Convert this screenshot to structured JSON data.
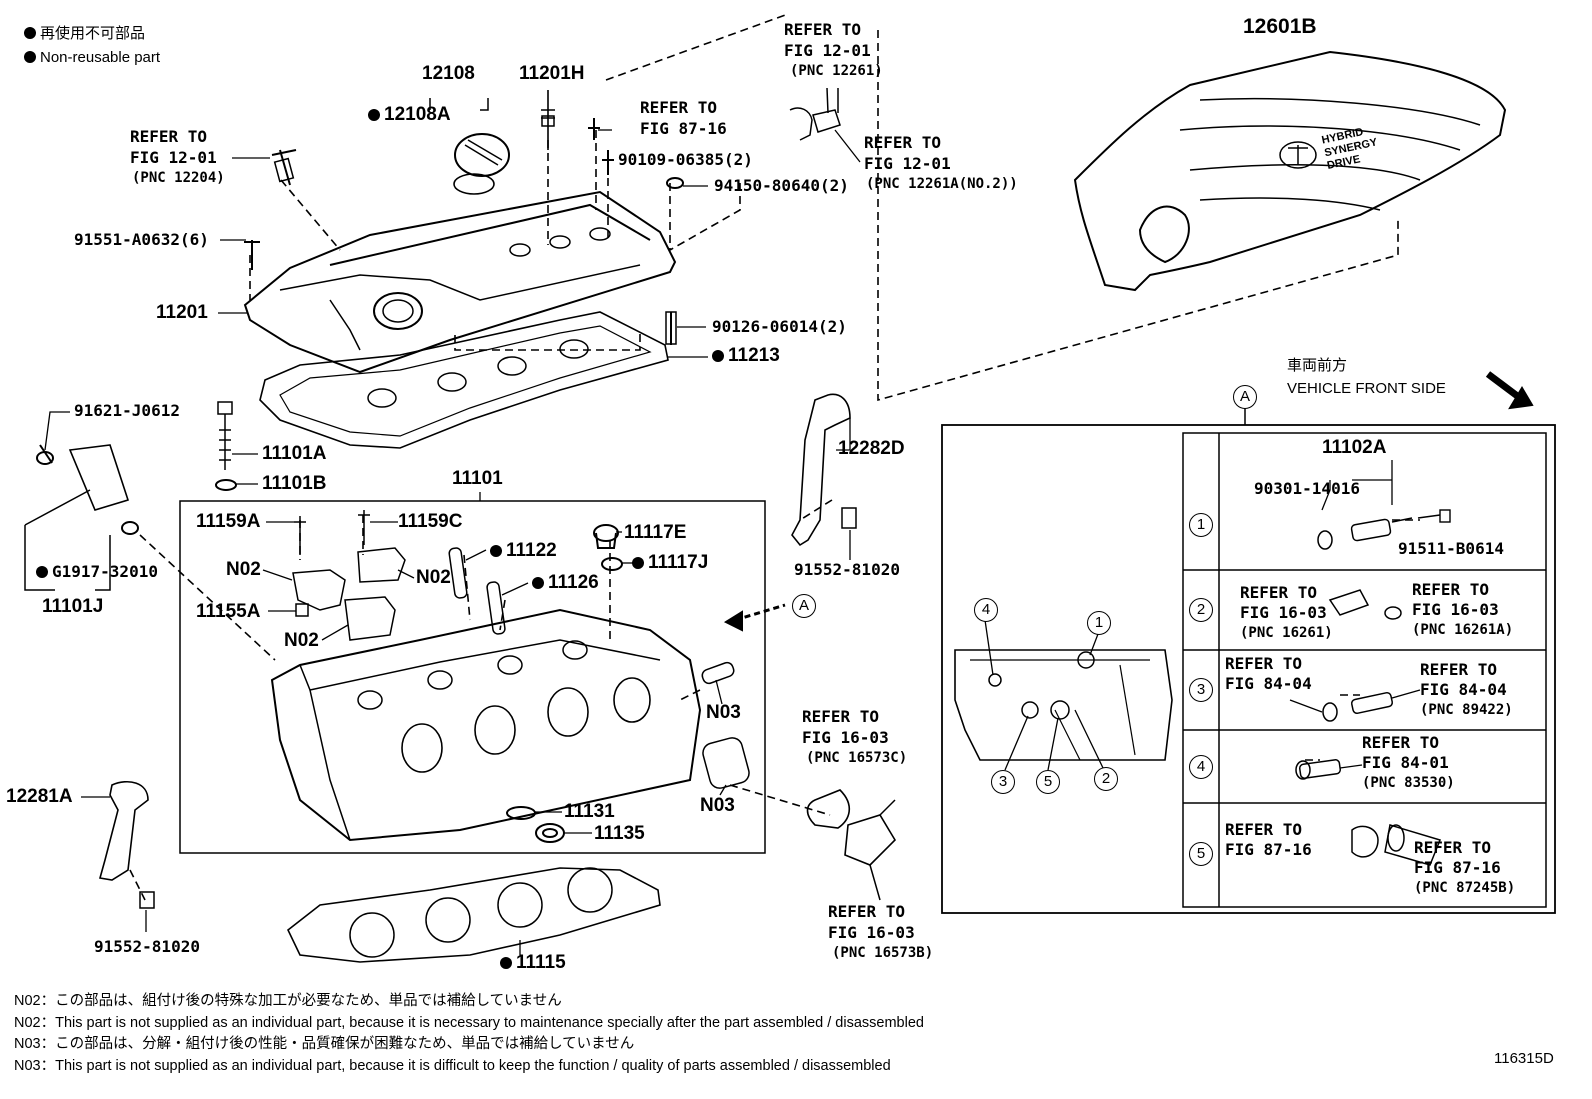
{
  "legend": {
    "jp": "再使用不可部品",
    "en": "Non-reusable part"
  },
  "parts": {
    "p12108": "12108",
    "p12108A": "12108A",
    "p11201H": "11201H",
    "p12601B": "12601B",
    "p90109": "90109-06385(2)",
    "p94150": "94150-80640(2)",
    "p91551": "91551-A0632(6)",
    "p11201": "11201",
    "p90126": "90126-06014(2)",
    "p11213": "11213",
    "p91621": "91621-J0612",
    "p11101A": "11101A",
    "p11101B": "11101B",
    "p11101": "11101",
    "p12282D": "12282D",
    "p11159A": "11159A",
    "p11159C": "11159C",
    "p11117E": "11117E",
    "p11122": "11122",
    "p11117J": "11117J",
    "p11126": "11126",
    "pN02a": "N02",
    "pN02b": "N02",
    "pN02c": "N02",
    "p11155A": "11155A",
    "pG1917": "G1917-32010",
    "p11101J": "11101J",
    "pN03a": "N03",
    "pN03b": "N03",
    "p11131": "11131",
    "p11135": "11135",
    "p12281A": "12281A",
    "p91552a": "91552-81020",
    "p91552b": "91552-81020",
    "p11115": "11115",
    "p11102A": "11102A",
    "p90301": "90301-14016",
    "p91511": "91511-B0614"
  },
  "refs": {
    "r1": {
      "l1": "REFER TO",
      "l2": "FIG 12-01",
      "pnc": "(PNC 12261)"
    },
    "r2": {
      "l1": "REFER TO",
      "l2": "FIG 87-16"
    },
    "r3": {
      "l1": "REFER TO",
      "l2": "FIG 12-01",
      "pnc": "(PNC 12204)"
    },
    "r4": {
      "l1": "REFER TO",
      "l2": "FIG 12-01",
      "pnc": "(PNC 12261A(NO.2))"
    },
    "r5": {
      "l1": "REFER TO",
      "l2": "FIG 16-03",
      "pnc": "(PNC 16573C)"
    },
    "r6": {
      "l1": "REFER TO",
      "l2": "FIG 16-03",
      "pnc": "(PNC 16573B)"
    }
  },
  "cover_text": [
    "HYBRID",
    "SYNERGY",
    "DRIVE"
  ],
  "view": {
    "marker": "A",
    "jp": "車両前方",
    "en": "VEHICLE FRONT SIDE"
  },
  "detail_rows": {
    "row_numbers": [
      "1",
      "2",
      "3",
      "4",
      "5"
    ],
    "row2": {
      "left_l1": "REFER TO",
      "left_l2": "FIG 16-03",
      "left_pnc": "(PNC 16261)",
      "right_l1": "REFER TO",
      "right_l2": "FIG 16-03",
      "right_pnc": "(PNC 16261A)"
    },
    "row3": {
      "left_l1": "REFER TO",
      "left_l2": "FIG 84-04",
      "right_l1": "REFER TO",
      "right_l2": "FIG 84-04",
      "right_pnc": "(PNC 89422)"
    },
    "row4": {
      "right_l1": "REFER TO",
      "right_l2": "FIG 84-01",
      "right_pnc": "(PNC 83530)"
    },
    "row5": {
      "left_l1": "REFER TO",
      "left_l2": "FIG 87-16",
      "right_l1": "REFER TO",
      "right_l2": "FIG 87-16",
      "right_pnc": "(PNC 87245B)"
    }
  },
  "block_marks": [
    "1",
    "2",
    "3",
    "4",
    "5"
  ],
  "notes": [
    "N02：この部品は、組付け後の特殊な加工が必要なため、単品では補給していません",
    "N02：This part is not supplied as an individual part, because it is necessary to maintenance specially after the part assembled / disassembled",
    "N03：この部品は、分解・組付け後の性能・品質確保が困難なため、単品では補給していません",
    "N03：This part is not supplied as an individual part, because it is difficult to keep the function / quality of parts  assembled / disassembled"
  ],
  "figure_id": "116315D"
}
